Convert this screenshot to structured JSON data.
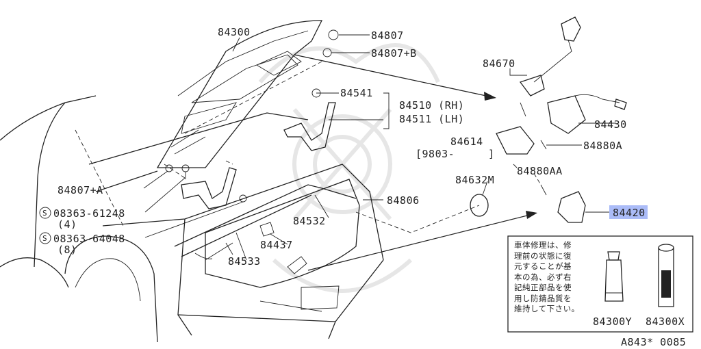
{
  "labels": {
    "trunk_lid": "84300",
    "bumper_rubber": "84807",
    "bumper_rubber_b": "84807+B",
    "stopper": "84541",
    "hinge_rh": "84510 (RH)",
    "hinge_lh": "84511 (LH)",
    "lock_rod": "84670",
    "lock_assembly": "84430",
    "cover": "84614",
    "cover_date": "[9803-",
    "cover_date_end": "]",
    "bolt_a": "84880A",
    "bolt_aa": "84880AA",
    "grommet": "84632M",
    "striker": "84420",
    "bumper_a": "84807+A",
    "screw_1": "08363-61248",
    "screw_1_qty": "(4)",
    "screw_2": "08363-64048",
    "screw_2_qty": "(8)",
    "weatherstrip": "84806",
    "torsion_bar": "84532",
    "clip": "84437",
    "torsion_bar_2": "84533",
    "paint": "84300Y",
    "spray": "84300X",
    "diagram_code": "A843* 0085",
    "s_marker": "S"
  },
  "note_text": "車体修理は、修\n理前の状態に復\n元することが基\n本の為、必ず右\n記純正部品を使\n用し防錆品質を\n維持して下さい。",
  "colors": {
    "line": "#222222",
    "highlight": "#8fa6f5",
    "watermark": "#e6e6e6"
  }
}
